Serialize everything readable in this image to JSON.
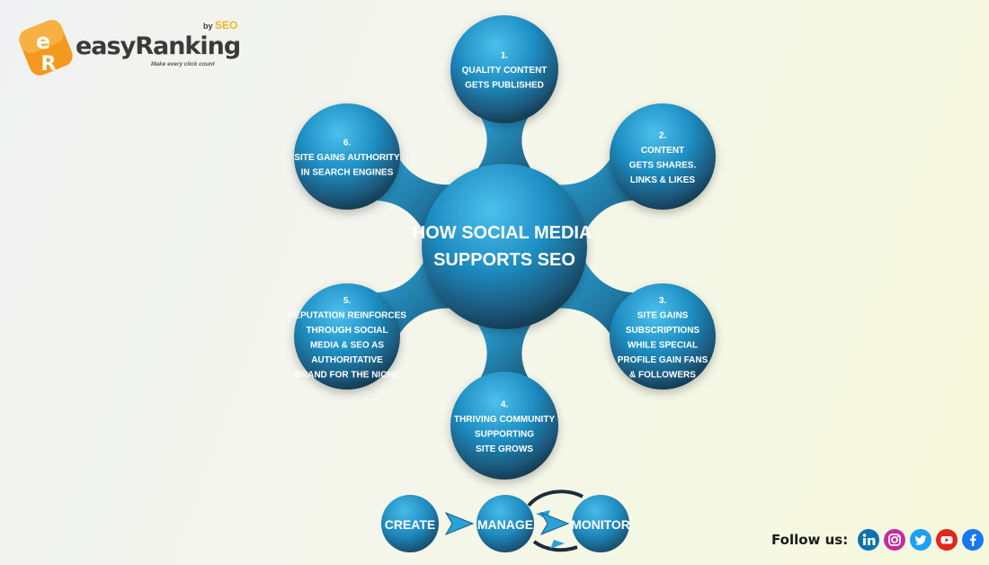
{
  "brand": {
    "logo_letters": [
      "e",
      "R"
    ],
    "name": "easyRanking",
    "by": "by",
    "seo": "SEO",
    "tagline": "Make every click count"
  },
  "hub": {
    "line1": "HOW SOCIAL MEDIA",
    "line2": "SUPPORTS SEO"
  },
  "steps": [
    {
      "num": "1.",
      "lines": [
        "QUALITY CONTENT",
        "GETS PUBLISHED"
      ]
    },
    {
      "num": "2.",
      "lines": [
        "CONTENT",
        "GETS SHARES.",
        "LINKS & LIKES"
      ]
    },
    {
      "num": "3.",
      "lines": [
        "SITE GAINS",
        "SUBSCRIPTIONS",
        "WHILE SPECIAL",
        "PROFILE GAIN FANS",
        "& FOLLOWERS"
      ]
    },
    {
      "num": "4.",
      "lines": [
        "THRIVING COMMUNITY",
        "SUPPORTING",
        "SITE GROWS"
      ]
    },
    {
      "num": "5.",
      "lines": [
        "REPUTATION REINFORCES",
        "THROUGH SOCIAL",
        "MEDIA & SEO AS",
        "AUTHORITATIVE",
        "BRAND FOR THE NICHE"
      ]
    },
    {
      "num": "6.",
      "lines": [
        "SITE GAINS AUTHORITY",
        "IN SEARCH ENGINES"
      ]
    }
  ],
  "cycle": {
    "stages": [
      "CREATE",
      "MANAGE",
      "MONITOR"
    ]
  },
  "follow": {
    "label": "Follow us:",
    "icons": [
      "linkedin-icon",
      "instagram-icon",
      "twitter-icon",
      "youtube-icon",
      "facebook-icon"
    ]
  },
  "colors": {
    "circle_light": "#3fb1e0",
    "circle_mid": "#1d86b8",
    "circle_dark": "#173447",
    "brand_orange": "#f39a1e",
    "brand_yellow": "#f2b61f",
    "text_dark": "#3a3a3a",
    "linkedin": "#0a72b1",
    "instagram": "#c32aa3",
    "twitter": "#1da1f2",
    "youtube": "#e3261b",
    "facebook": "#1877f2"
  }
}
